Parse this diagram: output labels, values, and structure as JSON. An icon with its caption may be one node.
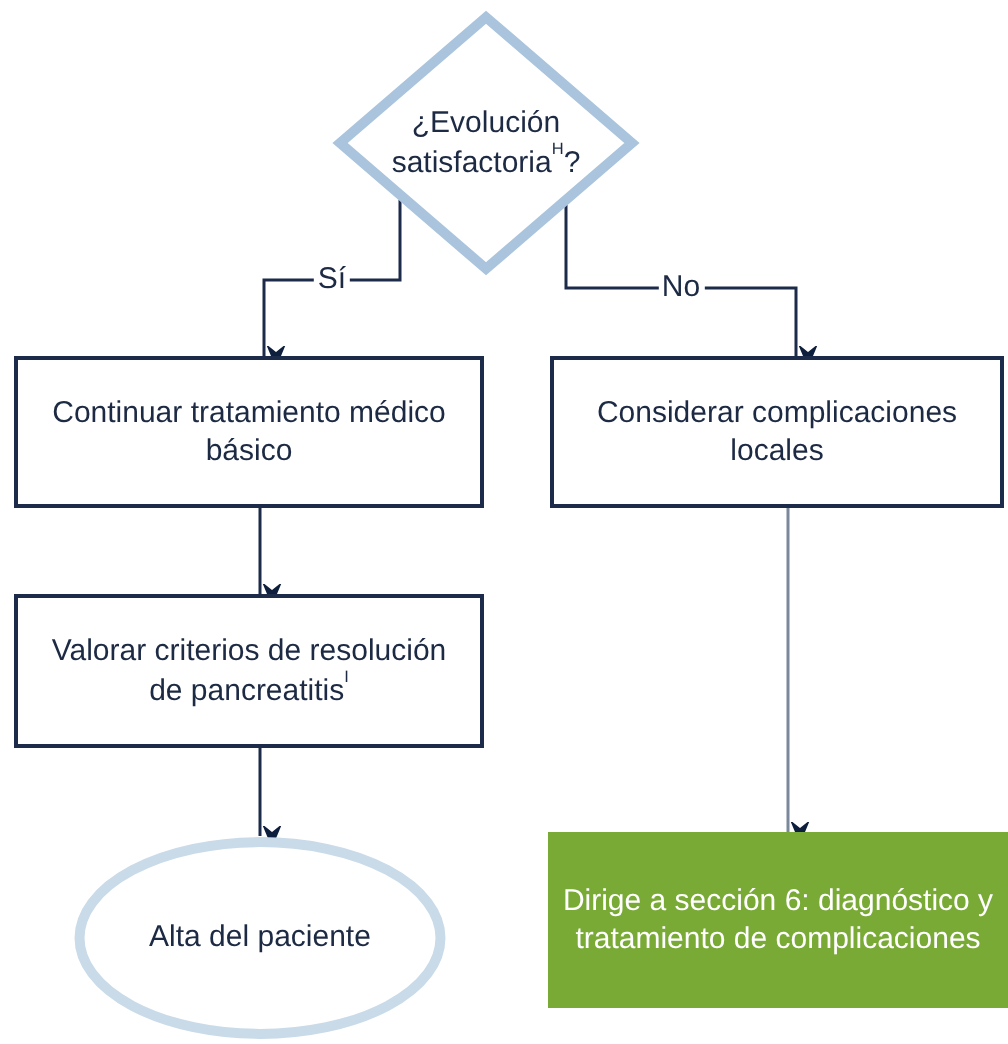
{
  "diagram": {
    "nodes": [
      {
        "text": [
          "¿Evolución satisfactoria$^{H}$?"
        ]
      },
      {
        "text": [
          "Continuar tratamiento médico básico"
        ]
      },
      {
        "text": [
          "Considerar complicaciones locales"
        ]
      },
      {
        "text": [
          "Valorar criterios de resolución de pancreatitis$^{I}$"
        ]
      },
      {
        "text": [
          "Alta del paciente"
        ]
      },
      {
        "text": [
          "Dirige a sección 6: diagnóstico y tratamiento de complicaciones"
        ]
      }
    ],
    "edges": [
      {
        "from": 0,
        "to": 1,
        "arrow": "to",
        "label": "Sí"
      },
      {
        "from": 0,
        "to": 2,
        "arrow": "to",
        "label": "No"
      },
      {
        "from": 1,
        "to": 3,
        "arrow": "to"
      },
      {
        "from": 3,
        "to": 4,
        "arrow": "to"
      },
      {
        "from": 2,
        "to": 5,
        "arrow": "to",
        "color": "#7b889b"
      }
    ]
  }
}
